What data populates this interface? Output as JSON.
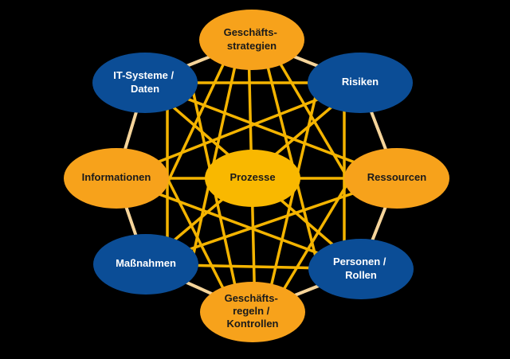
{
  "colors": {
    "background": "#000000",
    "outer_ring": "#f5d49a",
    "connector": "#f4b400",
    "orange_node": "#f7a21b",
    "blue_node": "#0b4d96",
    "center_node": "#f9b800"
  },
  "nodes": {
    "geschaeftsstrategien": {
      "lines": [
        "Geschäfts-",
        "strategien"
      ],
      "kind": "orange"
    },
    "risiken": {
      "lines": [
        "Risiken"
      ],
      "kind": "blue"
    },
    "ressourcen": {
      "lines": [
        "Ressourcen"
      ],
      "kind": "orange"
    },
    "personen_rollen": {
      "lines": [
        "Personen /",
        "Rollen"
      ],
      "kind": "blue"
    },
    "geschaeftsregeln": {
      "lines": [
        "Geschäfts-",
        "regeln /",
        "Kontrollen"
      ],
      "kind": "orange"
    },
    "massnahmen": {
      "lines": [
        "Maßnahmen"
      ],
      "kind": "blue"
    },
    "informationen": {
      "lines": [
        "Informationen"
      ],
      "kind": "orange"
    },
    "it_systeme": {
      "lines": [
        "IT-Systeme /",
        "Daten"
      ],
      "kind": "blue"
    },
    "prozesse": {
      "lines": [
        "Prozesse"
      ],
      "kind": "center"
    }
  }
}
